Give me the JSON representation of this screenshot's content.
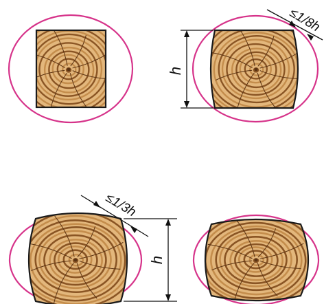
{
  "panels": [
    {
      "id": "full-square",
      "dimension_label": "",
      "wane_label": ""
    },
    {
      "id": "small-wane",
      "dimension_label": "h",
      "wane_label": "≤1/8h"
    },
    {
      "id": "large-wane",
      "dimension_label": "h",
      "wane_label": "≤1/3h"
    },
    {
      "id": "round-edge",
      "dimension_label": "",
      "wane_label": ""
    }
  ],
  "colors": {
    "log_circle": "#d6338a",
    "wood_light": "#e8c189",
    "wood_dark": "#a8692e",
    "pith": "#7a4318",
    "outline": "#1a1a1a",
    "dimension_line": "#111111"
  }
}
